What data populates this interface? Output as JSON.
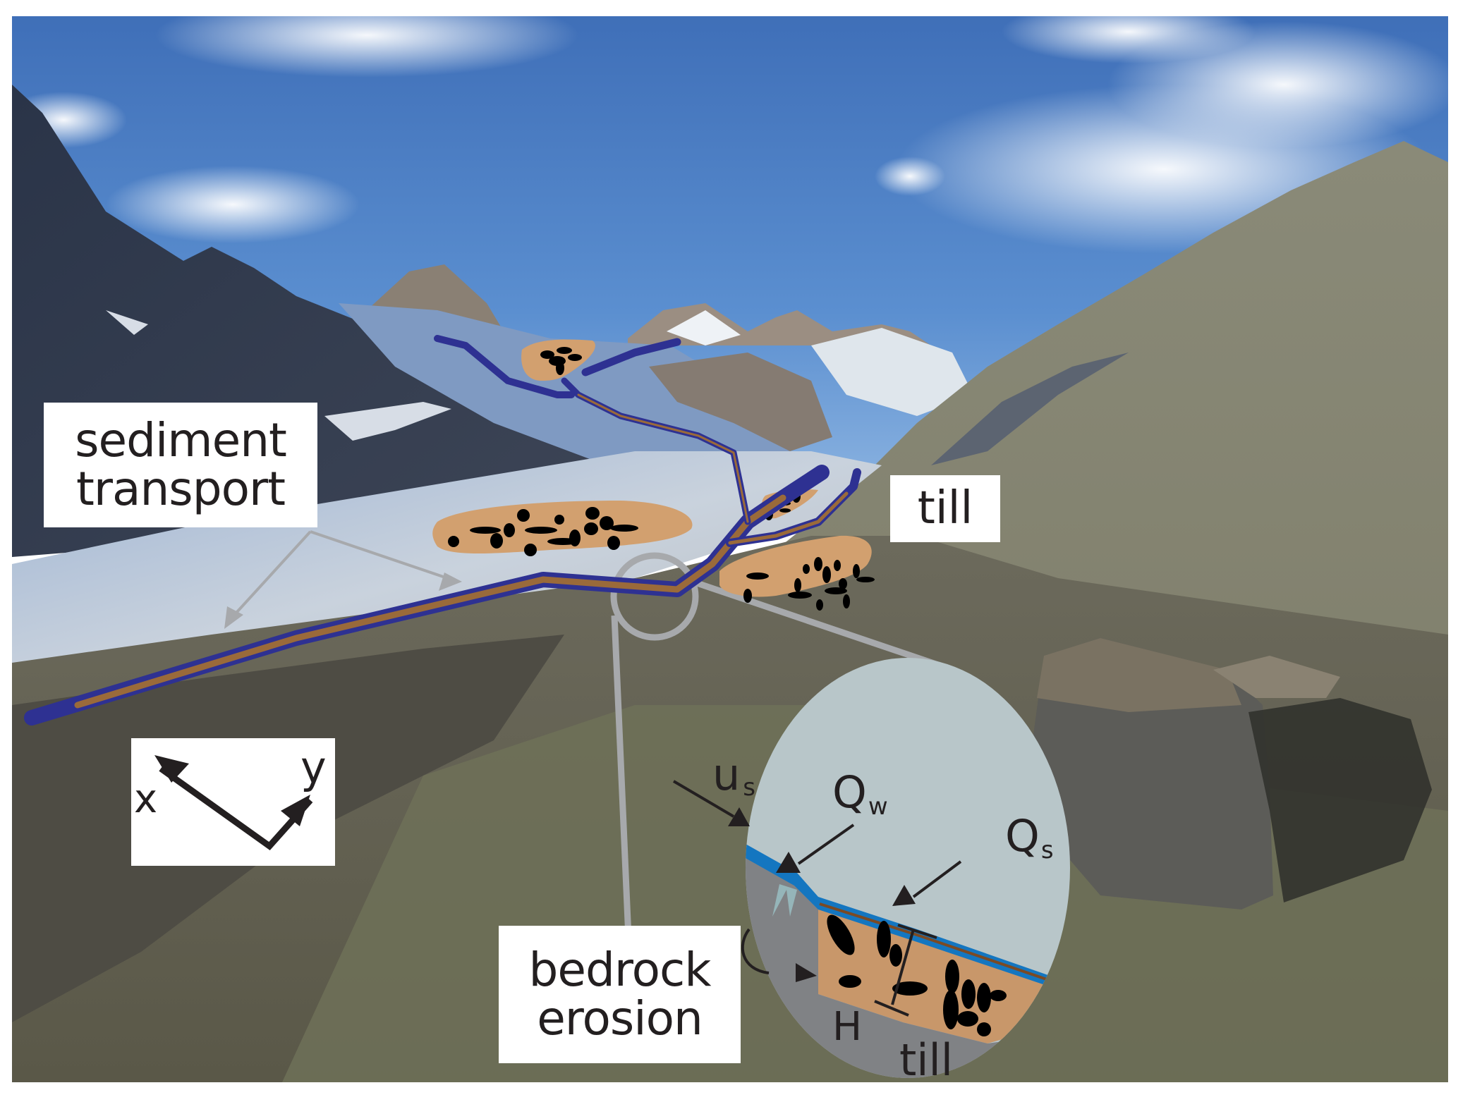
{
  "figure": {
    "description": "Annotated photograph of a glacier valley with overlaid subglacial hydrology and till schematic",
    "labels": {
      "sediment_transport": [
        "sediment",
        "transport"
      ],
      "till_upper": "till",
      "bedrock_erosion": [
        "bedrock",
        "erosion"
      ]
    },
    "axes": {
      "x_label": "x",
      "y_label": "y"
    },
    "inset": {
      "sliding_velocity": {
        "main": "u",
        "sub": "s"
      },
      "water_flux": {
        "main": "Q",
        "sub": "w"
      },
      "sediment_flux": {
        "main": "Q",
        "sub": "s"
      },
      "till_thickness": "H",
      "till_label": "till"
    },
    "colors": {
      "channel_outer": "#2e3192",
      "channel_inner": "#9a6a3a",
      "till_patch": "#d2a06f",
      "clast": "#000000",
      "ice_inset": "#b8c6c9",
      "bedrock_inset": "#808285",
      "water_layer": "#1476c0",
      "sediment_layer": "#7b4a24",
      "connector": "#a7a9ac",
      "text": "#231f20"
    }
  }
}
